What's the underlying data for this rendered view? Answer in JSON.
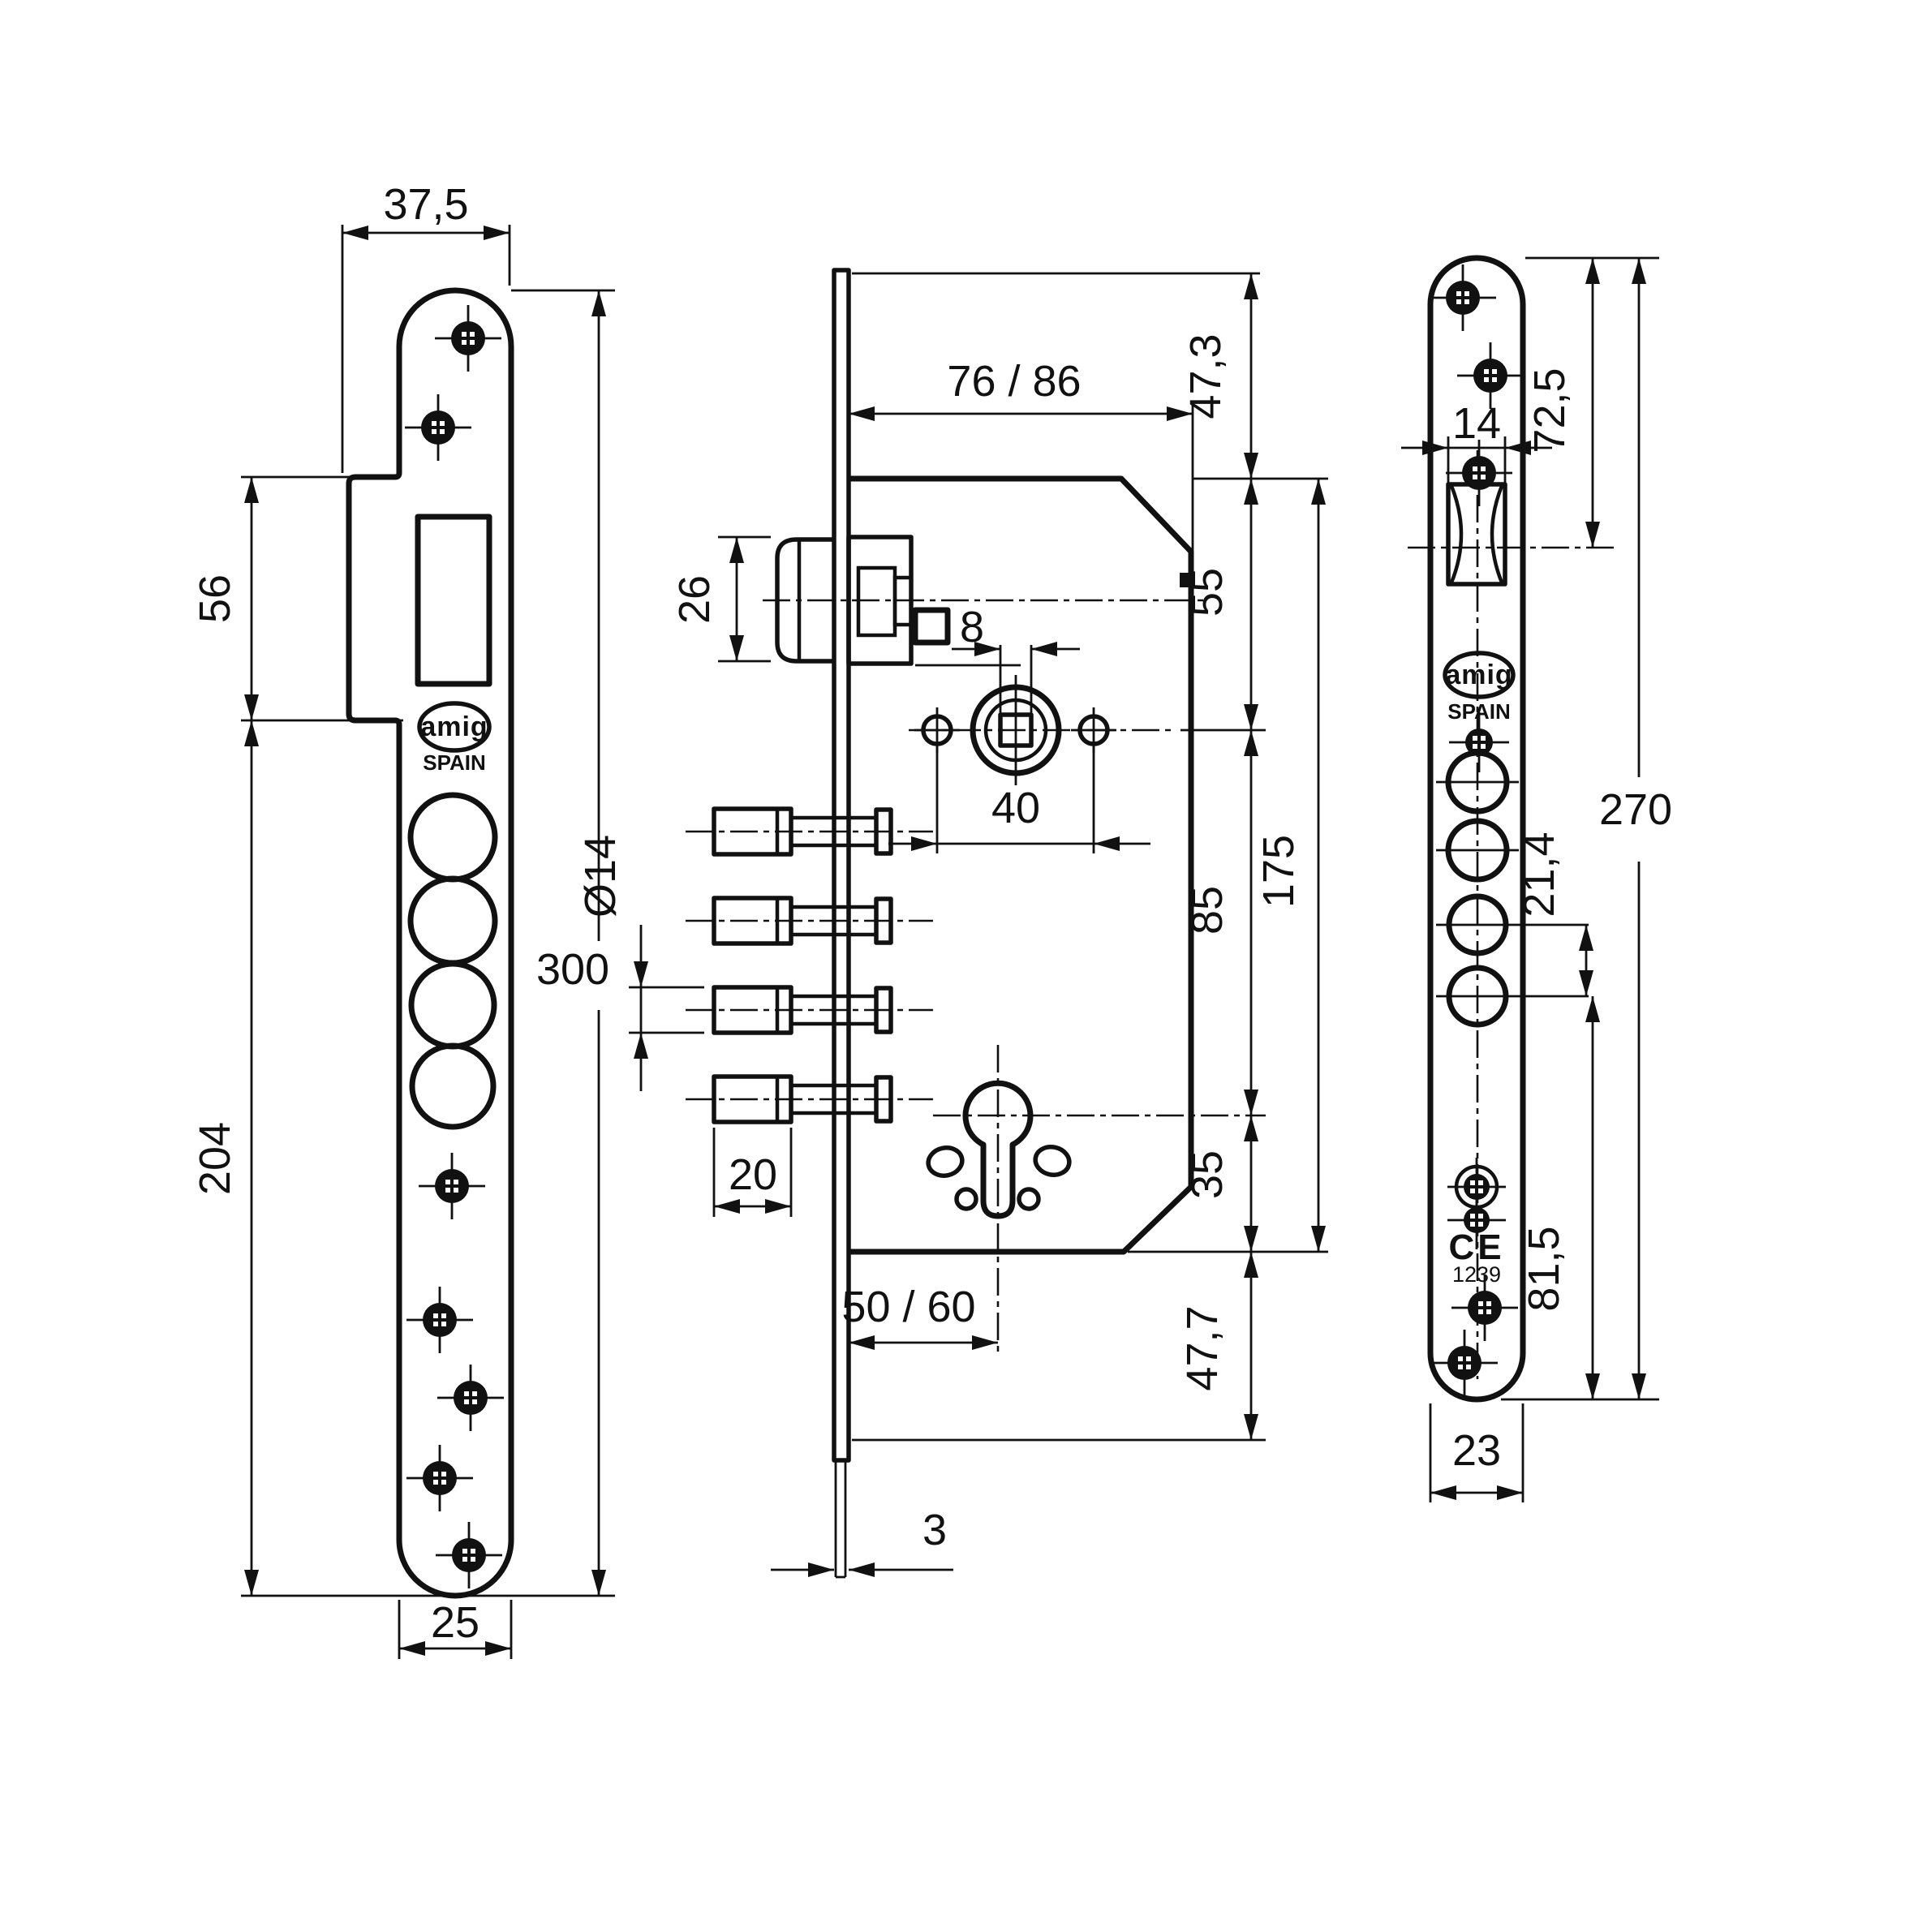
{
  "drawing": {
    "type": "mortise security lock technical drawing",
    "background": "#ffffff",
    "line_color": "#111111"
  },
  "brand": {
    "logo": "amig",
    "origin": "SPAIN",
    "ce_mark": "CE",
    "ce_number": "1239"
  },
  "views": {
    "strike_plate": {
      "dimensions": {
        "top_width": "37,5",
        "lip_height": "56",
        "lower_height": "204",
        "total_height": "300",
        "bottom_width": "25"
      }
    },
    "lock_body": {
      "dimensions": {
        "case_depth": "76 / 86",
        "top_offset": "47,3",
        "latch_face_height": "26",
        "spindle_square": "8",
        "top_to_spindle": "55",
        "handle_screw_spacing": "40",
        "case_height": "175",
        "spindle_to_cylinder": "85",
        "bolt_diameter": "Ø14",
        "bolt_throw": "20",
        "cylinder_to_bottom": "35",
        "backset": "50 / 60",
        "bottom_offset": "47,7",
        "faceplate_thickness": "3"
      }
    },
    "faceplate": {
      "dimensions": {
        "latch_opening_width": "14",
        "top_to_latch_axis": "72,5",
        "total_height": "270",
        "bolt_hole_pitch": "21,4",
        "axis_to_bottom": "81,5",
        "width": "23"
      }
    }
  }
}
